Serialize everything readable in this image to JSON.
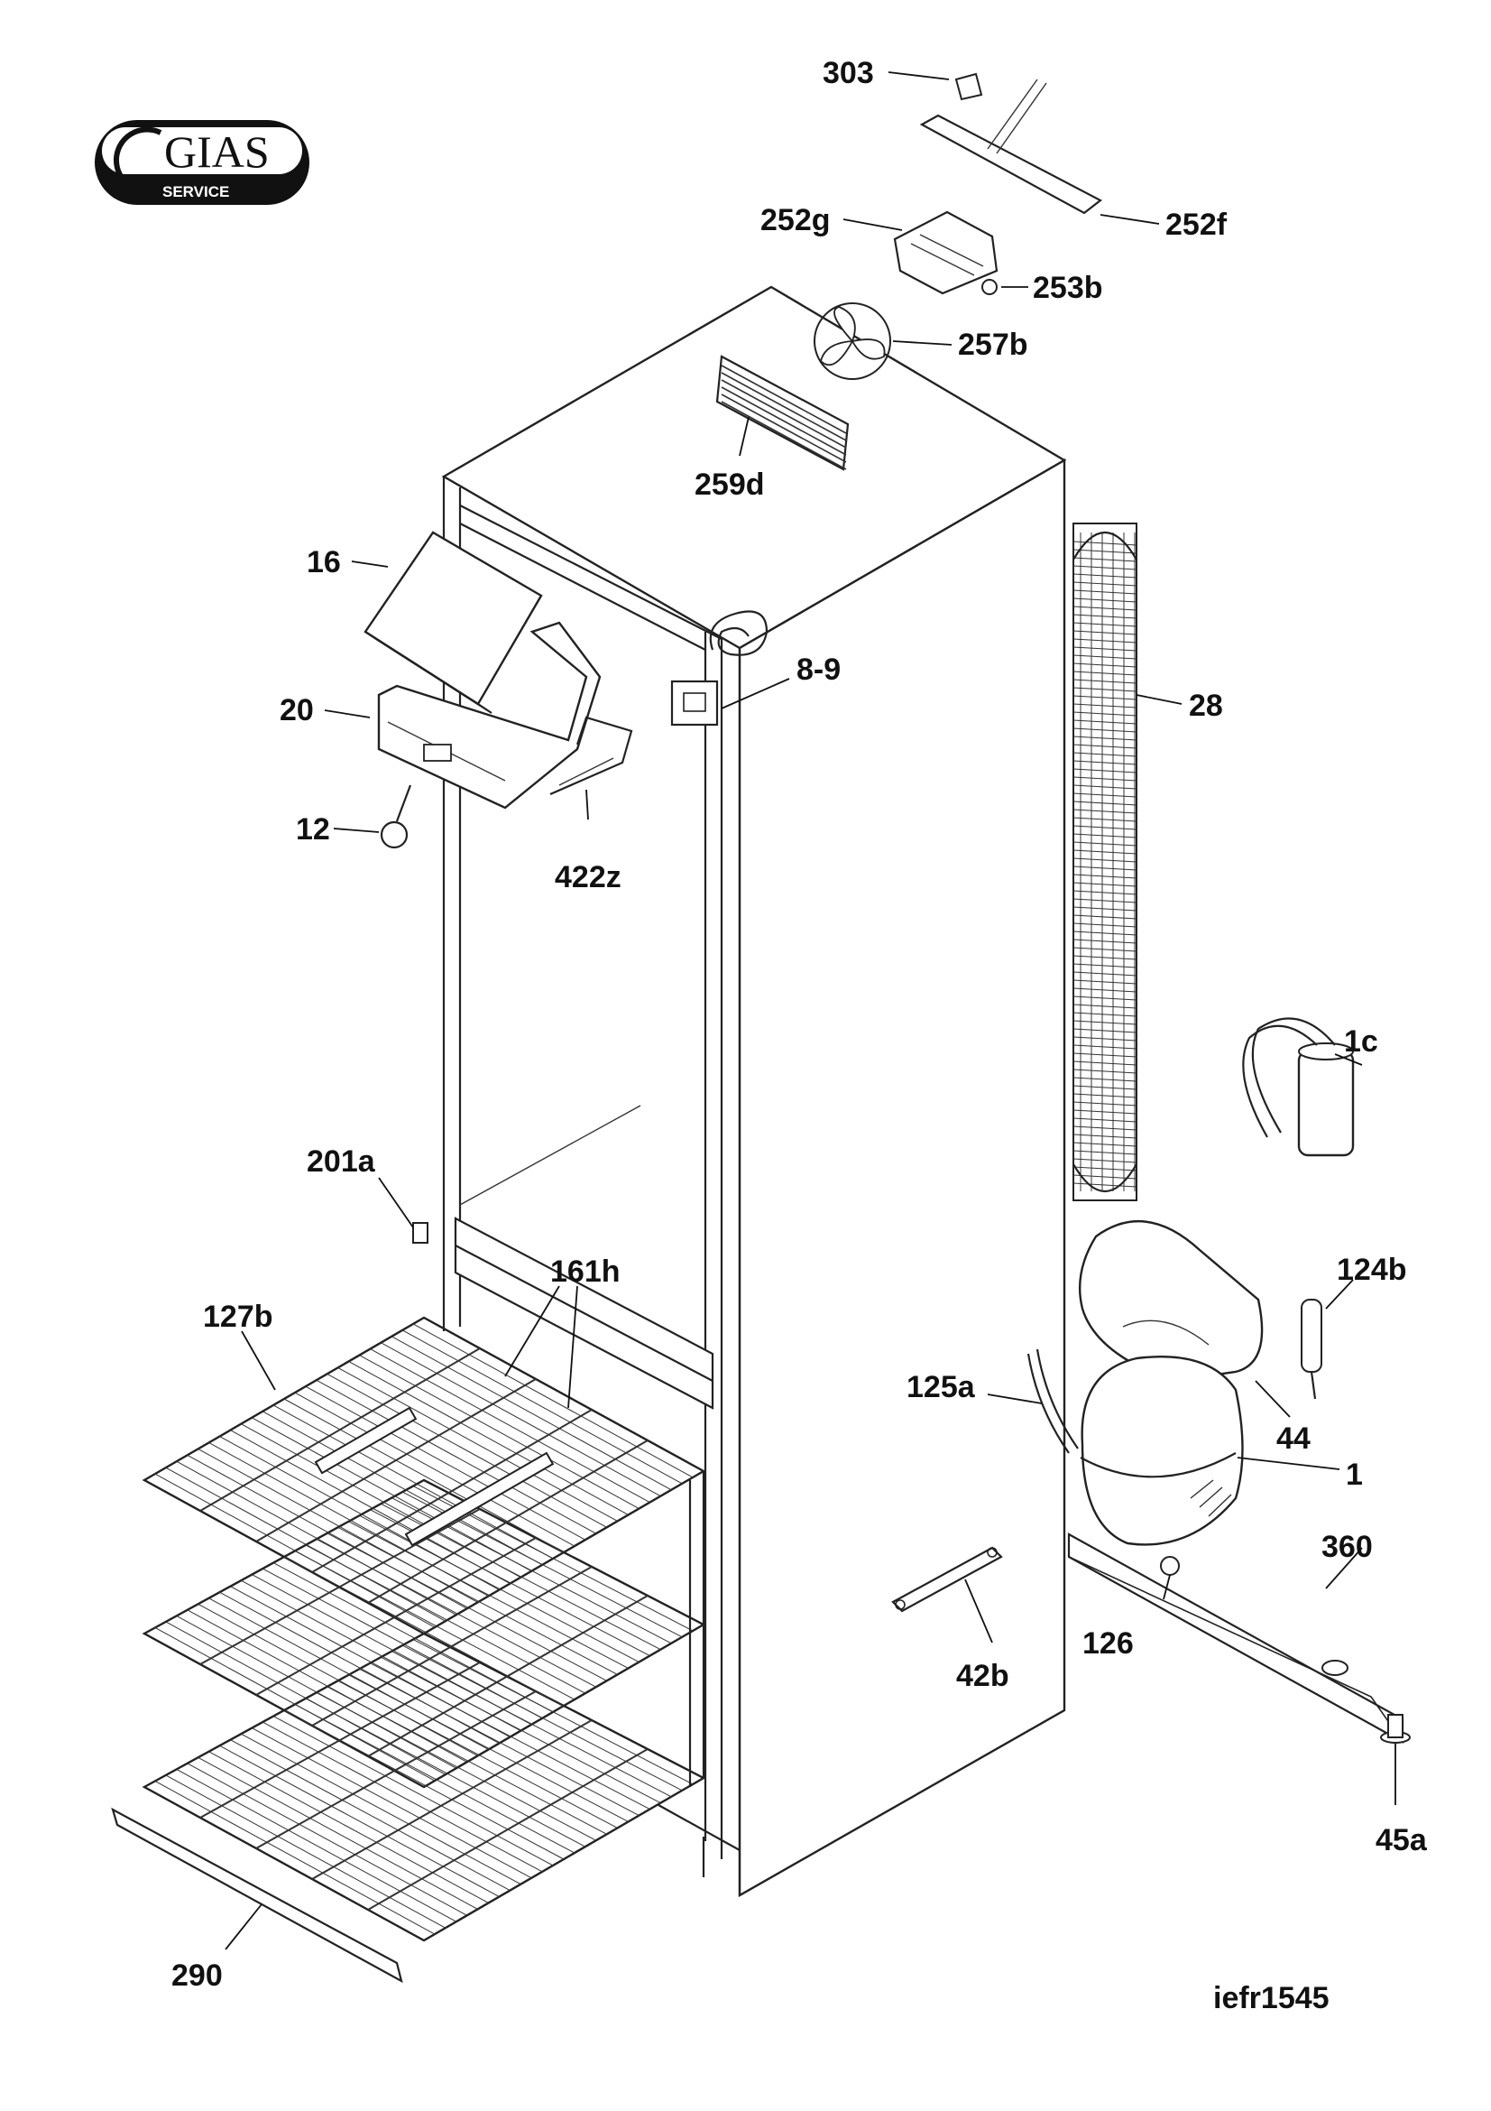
{
  "logo": {
    "brand": "GIAS",
    "sub": "SERVICE"
  },
  "diagram_ref": "iefr1545",
  "parts": [
    {
      "key": "303",
      "label": "303"
    },
    {
      "key": "252f",
      "label": "252f"
    },
    {
      "key": "252g",
      "label": "252g"
    },
    {
      "key": "253b",
      "label": "253b"
    },
    {
      "key": "257b",
      "label": "257b"
    },
    {
      "key": "259d",
      "label": "259d"
    },
    {
      "key": "16",
      "label": "16"
    },
    {
      "key": "20",
      "label": "20"
    },
    {
      "key": "8-9",
      "label": "8-9"
    },
    {
      "key": "28",
      "label": "28"
    },
    {
      "key": "12",
      "label": "12"
    },
    {
      "key": "422z",
      "label": "422z"
    },
    {
      "key": "1c",
      "label": "1c"
    },
    {
      "key": "201a",
      "label": "201a"
    },
    {
      "key": "161h",
      "label": "161h"
    },
    {
      "key": "127b",
      "label": "127b"
    },
    {
      "key": "124b",
      "label": "124b"
    },
    {
      "key": "125a",
      "label": "125a"
    },
    {
      "key": "44",
      "label": "44"
    },
    {
      "key": "1",
      "label": "1"
    },
    {
      "key": "360",
      "label": "360"
    },
    {
      "key": "126",
      "label": "126"
    },
    {
      "key": "42b",
      "label": "42b"
    },
    {
      "key": "45a",
      "label": "45a"
    },
    {
      "key": "290",
      "label": "290"
    }
  ]
}
